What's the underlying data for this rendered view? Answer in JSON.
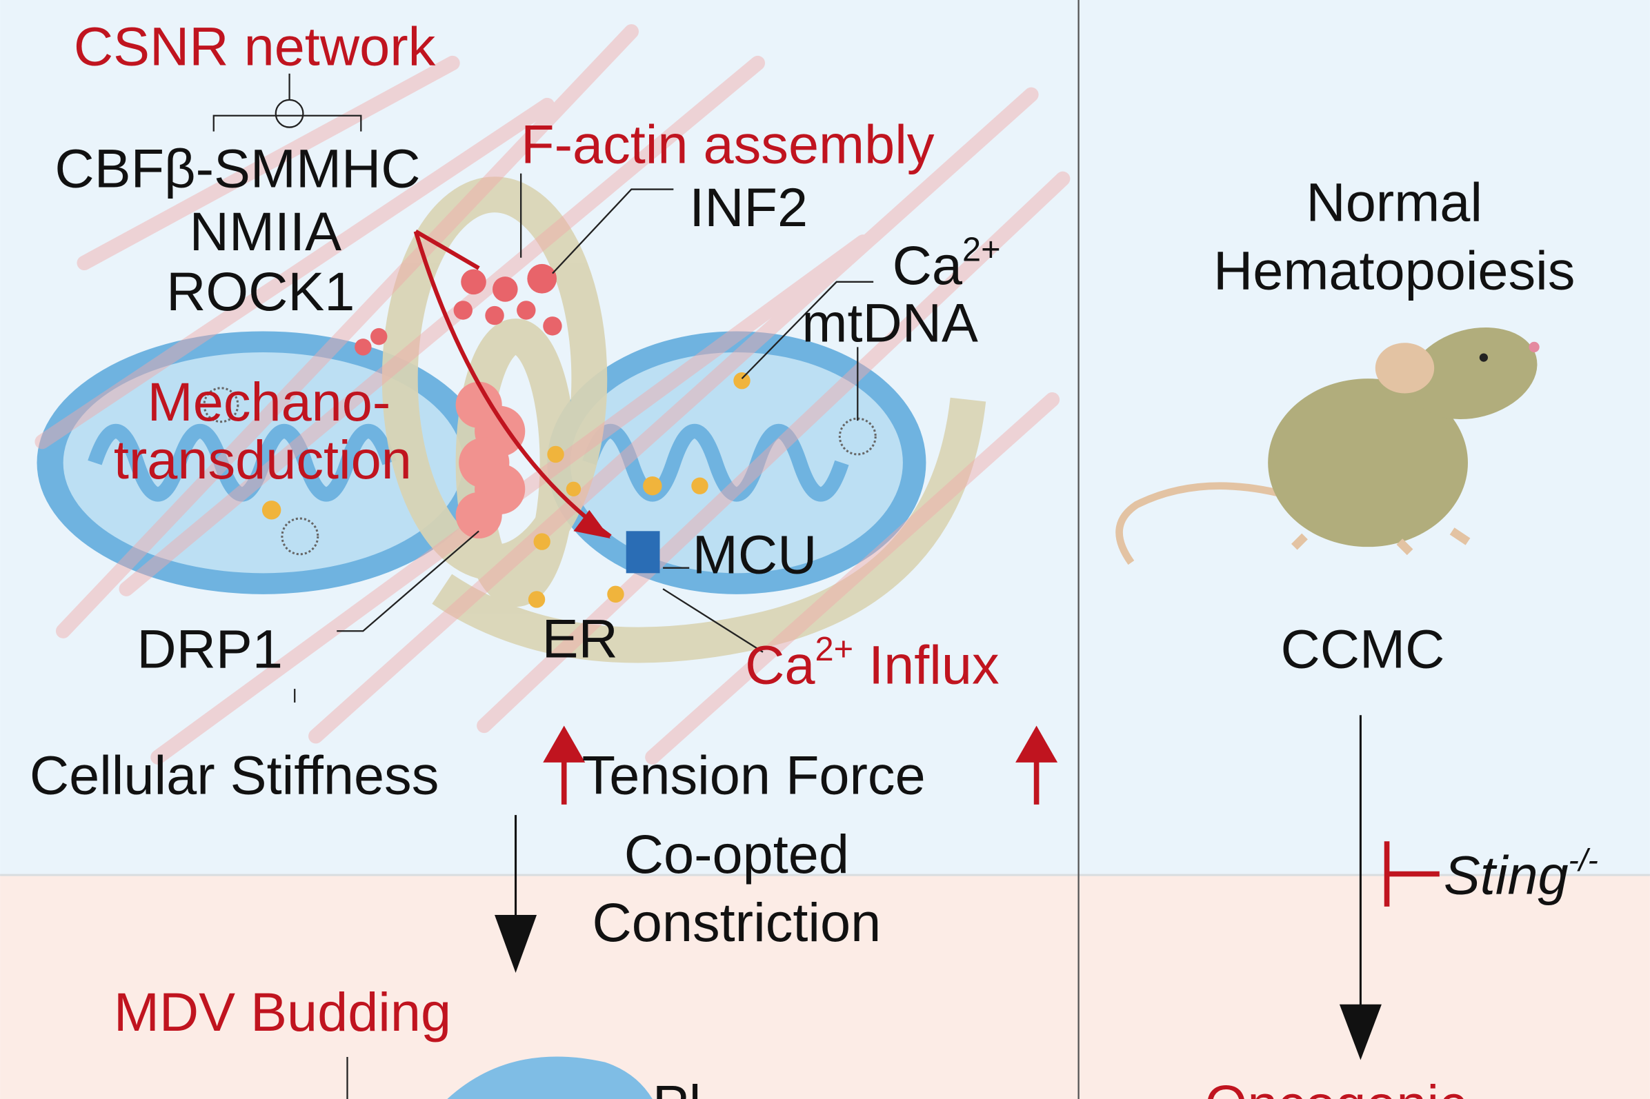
{
  "colors": {
    "accent_red": "#c0141f",
    "top_bg": "#eaf4fb",
    "bottom_bg": "#fcece6",
    "mito_blue": "#6fb3e0",
    "er_tan": "#d9d4b4",
    "actin": "#e8646a"
  },
  "left_panel": {
    "csnr_network": "CSNR network",
    "cbfb": "CBFβ-SMMHC",
    "nmiia": "NMIIA",
    "rock1": "ROCK1",
    "factin": "F-actin assembly",
    "inf2": "INF2",
    "ca": "Ca",
    "ca_sup": "2+",
    "mtdna": "mtDNA",
    "mechano1": "Mechano-",
    "mechano2": "transduction",
    "mcu": "MCU",
    "drp1": "DRP1",
    "er": "ER",
    "influx_ca": "Ca",
    "influx_sup": "2+",
    "influx": " Influx",
    "stiffness": "Cellular Stiffness",
    "tension": "Tension Force",
    "coopted1": "Co-opted",
    "coopted2": "Constriction",
    "mdv": "MDV Budding",
    "partial_label": "Pl"
  },
  "right_panel": {
    "normal1": "Normal",
    "normal2": "Hematopoiesis",
    "ccmc": "CCMC",
    "sting": "Sting",
    "sting_sup": "-/-",
    "oncogenic": "Oncogenic"
  }
}
